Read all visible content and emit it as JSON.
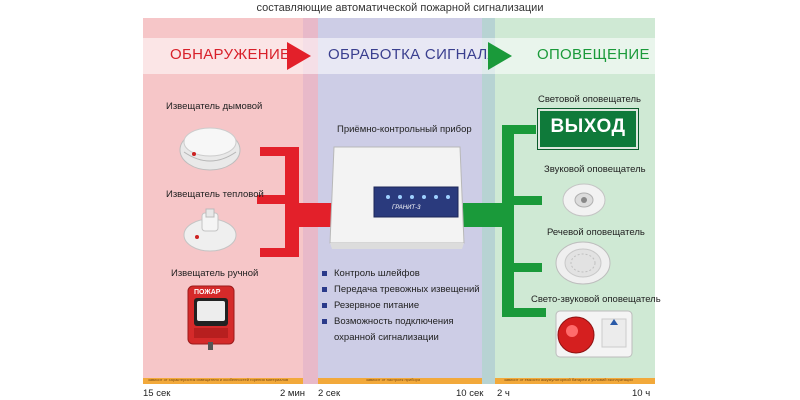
{
  "title": "составляющие автоматической пожарной сигнализации",
  "columns": {
    "detection": "ОБНАРУЖЕНИЕ",
    "processing": "ОБРАБОТКА СИГНАЛА",
    "notification": "ОПОВЕЩЕНИЕ"
  },
  "detectors": {
    "smoke": "Извещатель дымовой",
    "heat": "Извещатель тепловой",
    "manual": "Извещатель ручной",
    "manual_sign": "ПОЖАР"
  },
  "panel": {
    "label": "Приёмно-контрольный прибор",
    "brand": "ГРАНИТ-3"
  },
  "features": [
    "Контроль шлейфов",
    "Передача тревожных извещений",
    "Резервное питание",
    "Возможность подключения охранной сигнализации"
  ],
  "notifiers": {
    "light": "Световой оповещатель",
    "exit_sign": "ВЫХОД",
    "sound": "Звуковой оповещатель",
    "voice": "Речевой оповещатель",
    "light_sound": "Свето-звуковой оповещатель"
  },
  "timeline": [
    "15 сек",
    "2 мин",
    "2 сек",
    "10 сек",
    "2 ч",
    "10 ч"
  ],
  "bar_notes": [
    "зависит от характеристик извещателя и особенностей горения материалов",
    "зависит от настроек прибора",
    "зависит от емкости аккумуляторной батареи и условий эксплуатации"
  ],
  "colors": {
    "red": "#e3202a",
    "blue": "#3a3f8f",
    "green": "#1a9a3a",
    "bar": "#f2a93b"
  }
}
